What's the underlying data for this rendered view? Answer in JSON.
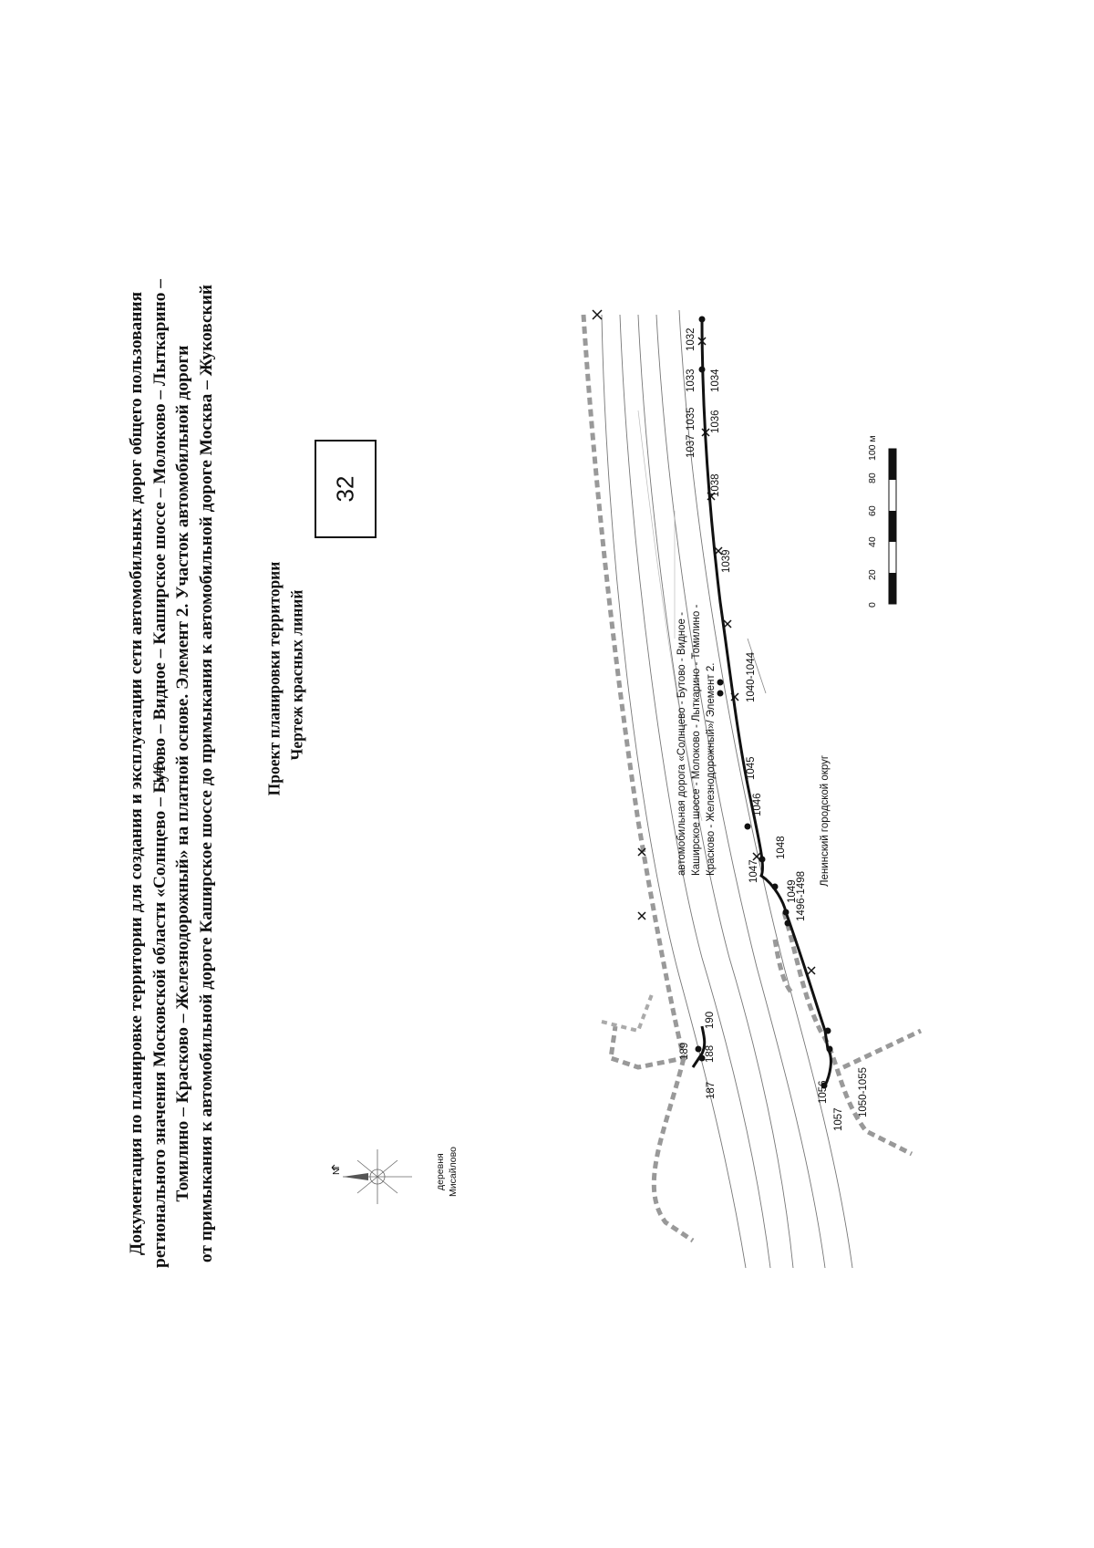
{
  "page_number": "149",
  "title_lines": [
    "Документация по планировке территории для создания и эксплуатации сети автомобильных дорог общего пользования",
    "регионального значения Московской области «Солнцево – Бутово – Видное – Каширское шоссе – Молоково – Лыткарино –",
    "Томилино – Красково – Железнодорожный» на платной основе. Элемент 2. Участок автомобильной дороги",
    "от примыкания к автомобильной дороге Каширское шоссе до примыкания к автомобильной дороге Москва – Жуковский"
  ],
  "subtitle_project": "Проект планировки территории",
  "subtitle_drawing": "Чертеж красных линий",
  "sheet_number": "32",
  "north_label": "N",
  "village_label_1": "деревня",
  "village_label_2": "Мисайлово",
  "district_label": "Ленинский городской округ",
  "road_label_lines": [
    "автомобильная дорога «Солнцево - Бутово - Видное -",
    "Каширское шоссе - Молоково - Лыткарино - Томилино -",
    "Красково - Железнодорожный»/ Элемент 2."
  ],
  "point_labels": {
    "p187": "187",
    "p188": "188",
    "p189": "189",
    "p190": "190",
    "p1032": "1032",
    "p1033": "1033",
    "p1034": "1034",
    "p1035": "1035",
    "p1036": "1036",
    "p1037": "1037",
    "p1038": "1038",
    "p1039": "1039",
    "p1040_1044": "1040-1044",
    "p1045": "1045",
    "p1046": "1046",
    "p1047": "1047",
    "p1048": "1048",
    "p1049": "1049",
    "p1496_1498": "1496-1498",
    "p1050_1055": "1050-1055",
    "p1056": "1056",
    "p1057": "1057"
  },
  "scale_bar": {
    "ticks": [
      "0",
      "20",
      "40",
      "60",
      "80",
      "100 м"
    ]
  }
}
